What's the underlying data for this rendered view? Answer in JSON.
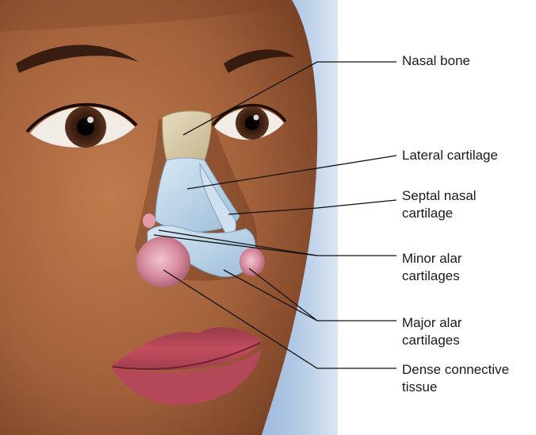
{
  "labels": {
    "nasal_bone": "Nasal bone",
    "lateral_cartilage": "Lateral cartilage",
    "septal_nasal_cartilage": [
      "Septal nasal",
      "cartilage"
    ],
    "minor_alar_cartilages": [
      "Minor alar",
      "cartilages"
    ],
    "major_alar_cartilages": [
      "Major alar",
      "cartilages"
    ],
    "dense_connective_tissue": [
      "Dense connective",
      "tissue"
    ]
  },
  "colors": {
    "background_panel": "#a9c1e0",
    "skin": "#a3613b",
    "skin_shadow": "#6e3a20",
    "nasal_bone": "#d8c9a6",
    "cartilage": "#bcd6ea",
    "lips": "#c24d5e",
    "leader_line": "#111111"
  }
}
